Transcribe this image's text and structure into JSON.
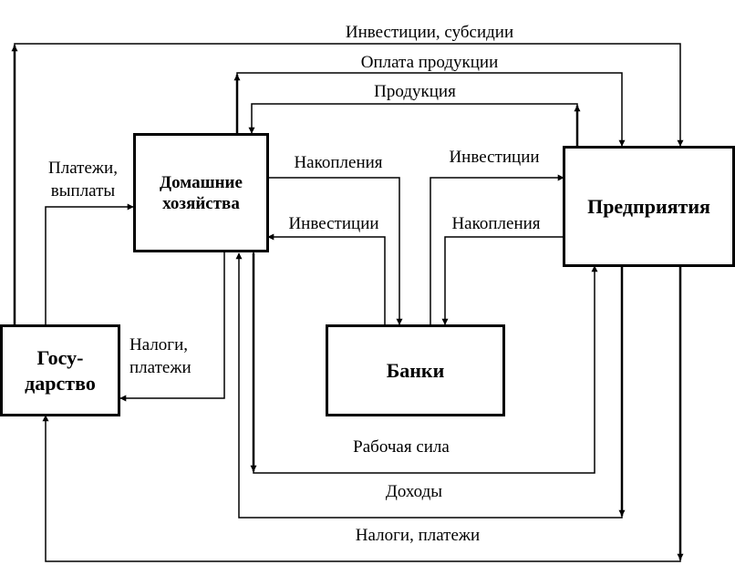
{
  "boxes": {
    "households": "Домашние\nхозяйства",
    "enterprises": "Предприятия",
    "state": "Госу-\nдарство",
    "banks": "Банки"
  },
  "labels": {
    "investments_subsidies": "Инвестиции, субсидии",
    "payment_products": "Оплата продукции",
    "products": "Продукция",
    "payments_benefits": "Платежи,\nвыплаты",
    "savings_households": "Накопления",
    "investments_enterprises": "Инвестиции",
    "investments_households": "Инвестиции",
    "savings_enterprises": "Накопления",
    "taxes_payments_households": "Налоги,\nплатежи",
    "labor": "Рабочая сила",
    "income": "Доходы",
    "taxes_payments_enterprises": "Налоги, платежи"
  }
}
